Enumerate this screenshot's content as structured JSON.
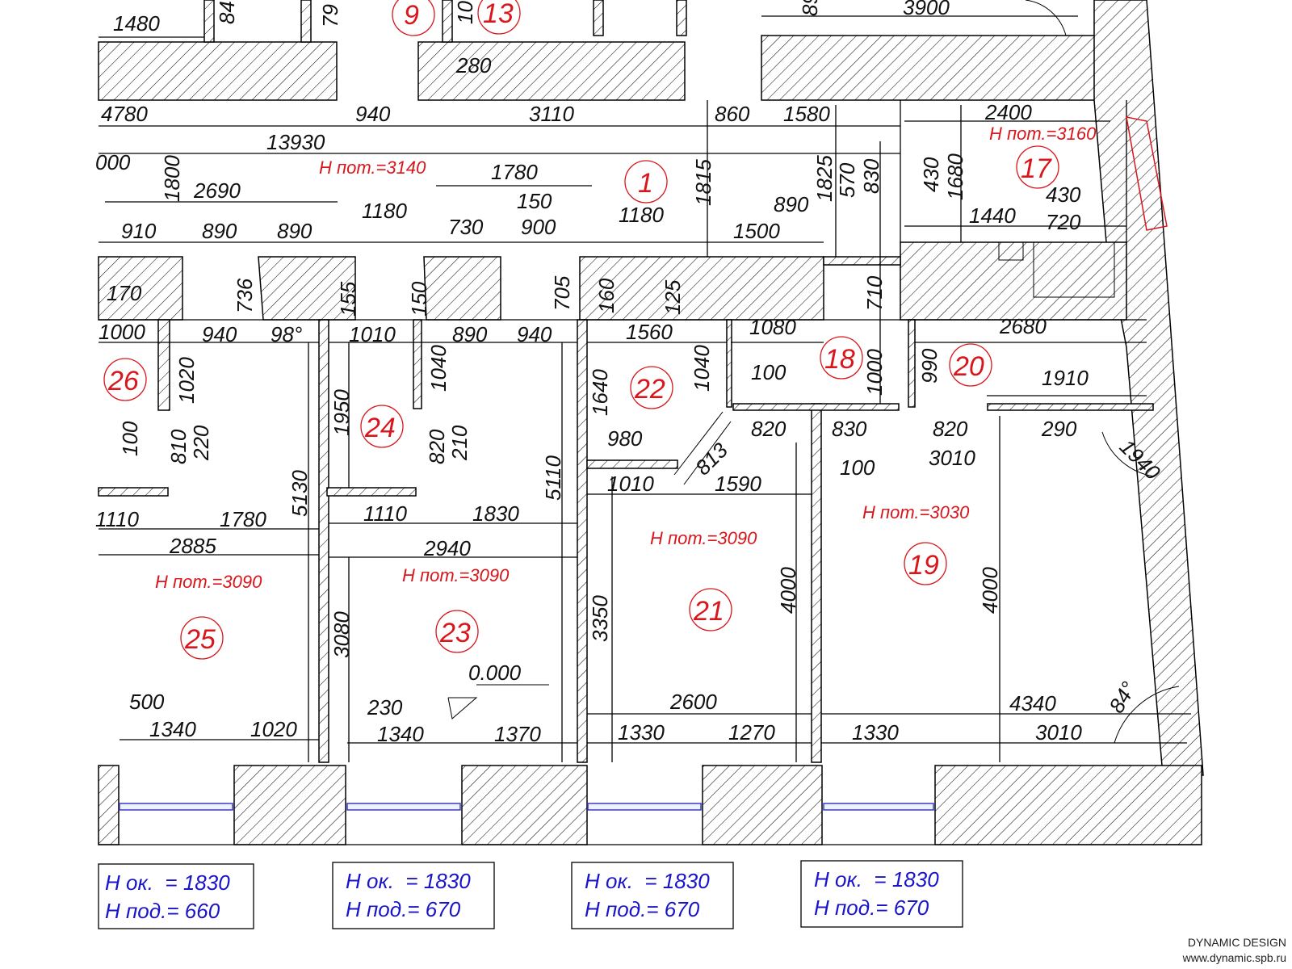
{
  "rooms": [
    "1",
    "9",
    "13",
    "17",
    "18",
    "19",
    "20",
    "21",
    "22",
    "23",
    "24",
    "25",
    "26"
  ],
  "ceilings": {
    "room1": "Н пот.=3140",
    "room17": "Н пот.=3160",
    "room19": "Н пот.=3030",
    "room21": "Н пот.=3090",
    "room23": "Н пот.=3090",
    "room25": "Н пот.=3090"
  },
  "level_mark": "0.000",
  "dims": [
    "1480",
    "84",
    "79",
    "10",
    "280",
    "89",
    "3900",
    "4780",
    "940",
    "3110",
    "860",
    "1580",
    "2400",
    "13930",
    "000",
    "1800",
    "2690",
    "1780",
    "150",
    "1180",
    "900",
    "730",
    "890",
    "910",
    "1815",
    "1825",
    "570",
    "830",
    "430",
    "1680",
    "1440",
    "720",
    "1500",
    "736",
    "155",
    "705",
    "160",
    "125",
    "710",
    "170",
    "1000",
    "1010",
    "1040",
    "1560",
    "1080",
    "2680",
    "1020",
    "1950",
    "1640",
    "990",
    "100",
    "1910",
    "810",
    "220",
    "820",
    "210",
    "980",
    "813",
    "1590",
    "1110",
    "1830",
    "5130",
    "5110",
    "2885",
    "2940",
    "3080",
    "3350",
    "4000",
    "4340",
    "500",
    "1340",
    "230",
    "1370",
    "2600",
    "1330",
    "1270",
    "3010",
    "290",
    "1940",
    "98°",
    "84°",
    "670"
  ],
  "window_info": [
    {
      "h_ok": "H ок.  = 1830",
      "h_pod": "H под.= 660"
    },
    {
      "h_ok": "H ок.  = 1830",
      "h_pod": "H под.= 670"
    },
    {
      "h_ok": "H ок.  = 1830",
      "h_pod": "H под.= 670"
    },
    {
      "h_ok": "H ок.  = 1830",
      "h_pod": "H под.= 670"
    }
  ],
  "brand": {
    "name": "DYNAMIC DESIGN",
    "site": "www.dynamic.spb.ru"
  },
  "colors": {
    "room_label": "#d8161b",
    "window_text": "#1a14c8",
    "line": "#000000"
  }
}
